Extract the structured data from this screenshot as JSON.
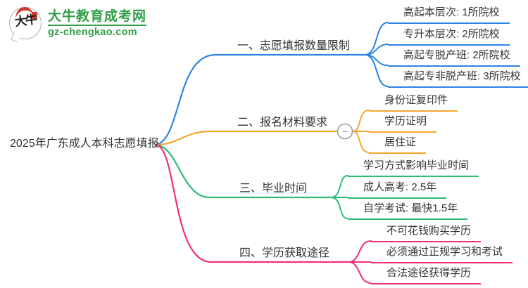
{
  "site": {
    "name": "大牛教育成考网",
    "domain": "gz-chengkao.com",
    "logo_characters": "大牛",
    "brand_color": "#2f9e46"
  },
  "root": {
    "label": "2025年广东成人本科志愿填报"
  },
  "branches": [
    {
      "label": "一、志愿填报数量限制",
      "color": "#2c84e4",
      "leaves": [
        "高起本层次: 1所院校",
        "专升本层次: 2所院校",
        "高起专脱产班: 2所院校",
        "高起专非脱产班: 3所院校"
      ]
    },
    {
      "label": "二、报名材料要求",
      "color": "#f3a72e",
      "collapse_icon": "−",
      "leaves": [
        "身份证复印件",
        "学历证明",
        "居住证"
      ]
    },
    {
      "label": "三、毕业时间",
      "color": "#2cbd73",
      "leaves": [
        "学习方式影响毕业时间",
        "成人高考: 2.5年",
        "自学考试: 最快1.5年"
      ]
    },
    {
      "label": "四、学历获取途径",
      "color": "#ef2f7c",
      "leaves": [
        "不可花钱购买学历",
        "必须通过正规学习和考试",
        "合法途径获得学历"
      ]
    }
  ],
  "ui_colors": {
    "text": "#333333",
    "collapse_stroke": "#9aa0a6"
  }
}
